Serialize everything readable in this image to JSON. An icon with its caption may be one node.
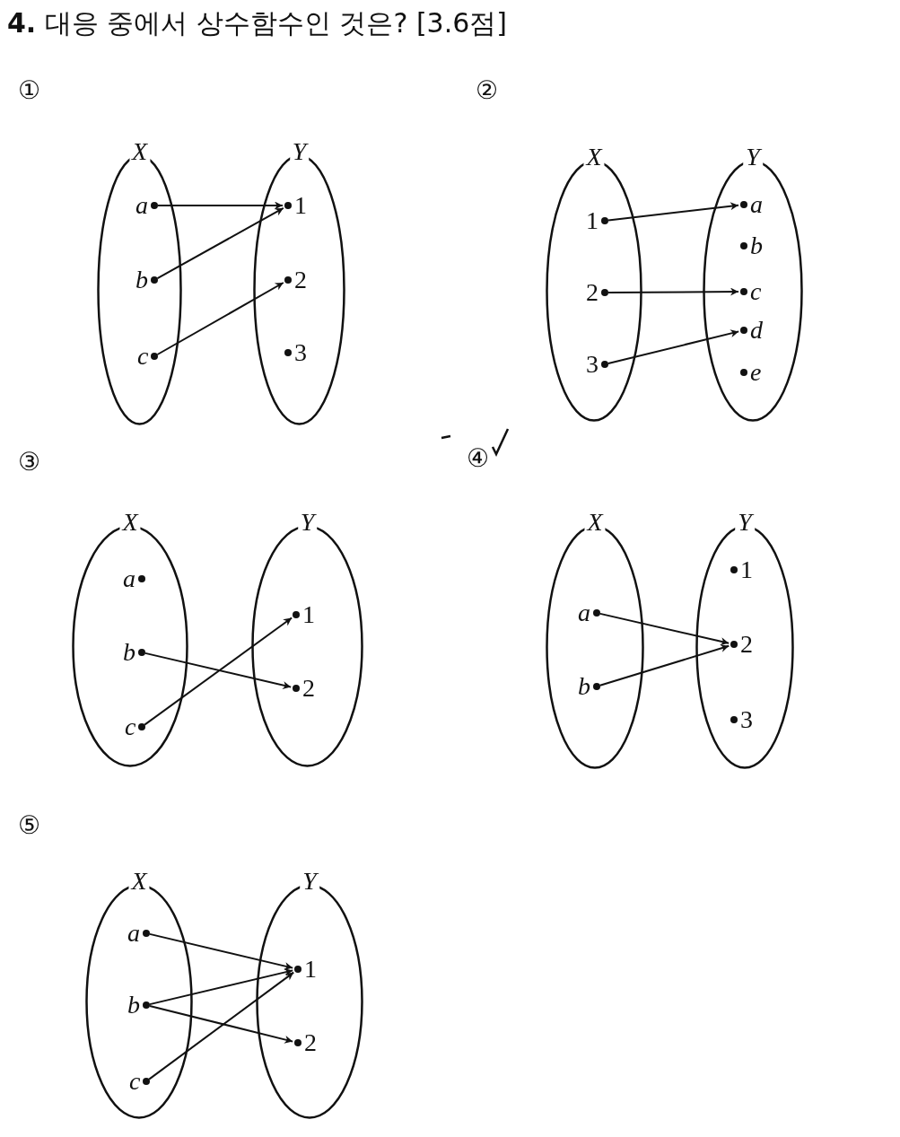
{
  "diagram": {
    "title": "**4.** 대응 중에서 상수함수인 것은?  [3.6점]",
    "nodes": [
      {
        "text": [
          "X"
        ]
      },
      {
        "text": [
          "a"
        ],
        "in": 0
      },
      {
        "text": [
          "b"
        ],
        "in": 0
      },
      {
        "text": [
          "c"
        ],
        "in": 0
      },
      {
        "text": [
          "Y"
        ]
      },
      {
        "text": [
          "1"
        ],
        "in": 4
      },
      {
        "text": [
          "2"
        ],
        "in": 4
      },
      {
        "text": [
          "3"
        ],
        "in": 4
      },
      {
        "text": [
          "X"
        ]
      },
      {
        "text": [
          "1"
        ],
        "in": 8
      },
      {
        "text": [
          "2"
        ],
        "in": 8
      },
      {
        "text": [
          "3"
        ],
        "in": 8
      },
      {
        "text": [
          "Y"
        ]
      },
      {
        "text": [
          "a"
        ],
        "in": 12
      },
      {
        "text": [
          "b"
        ],
        "in": 12
      },
      {
        "text": [
          "c"
        ],
        "in": 12
      },
      {
        "text": [
          "d"
        ],
        "in": 12
      },
      {
        "text": [
          "e"
        ],
        "in": 12
      },
      {
        "text": [
          "X"
        ]
      },
      {
        "text": [
          "a"
        ],
        "in": 18
      },
      {
        "text": [
          "b"
        ],
        "in": 18
      },
      {
        "text": [
          "c"
        ],
        "in": 18
      },
      {
        "text": [
          "Y"
        ]
      },
      {
        "text": [
          "1"
        ],
        "in": 22
      },
      {
        "text": [
          "2"
        ],
        "in": 22
      },
      {
        "text": [
          "X"
        ]
      },
      {
        "text": [
          "a"
        ],
        "in": 25
      },
      {
        "text": [
          "b"
        ],
        "in": 25
      },
      {
        "text": [
          "Y"
        ]
      },
      {
        "text": [
          "1"
        ],
        "in": 28
      },
      {
        "text": [
          "2"
        ],
        "in": 28
      },
      {
        "text": [
          "3"
        ],
        "in": 28
      },
      {
        "text": [
          "X"
        ]
      },
      {
        "text": [
          "a"
        ],
        "in": 32
      },
      {
        "text": [
          "b"
        ],
        "in": 32
      },
      {
        "text": [
          "c"
        ],
        "in": 32
      },
      {
        "text": [
          "Y"
        ]
      },
      {
        "text": [
          "1"
        ],
        "in": 36
      },
      {
        "text": [
          "2"
        ],
        "in": 36
      }
    ],
    "edges": [
      {
        "from": 1,
        "to": 5,
        "arrow": "to"
      },
      {
        "from": 2,
        "to": 5,
        "arrow": "to"
      },
      {
        "from": 3,
        "to": 6,
        "arrow": "to"
      },
      {
        "from": 9,
        "to": 13,
        "arrow": "to"
      },
      {
        "from": 10,
        "to": 15,
        "arrow": "to"
      },
      {
        "from": 11,
        "to": 16,
        "arrow": "to"
      },
      {
        "from": 20,
        "to": 24,
        "arrow": "to"
      },
      {
        "from": 21,
        "to": 23,
        "arrow": "to"
      },
      {
        "from": 26,
        "to": 30,
        "arrow": "to"
      },
      {
        "from": 27,
        "to": 30,
        "arrow": "to"
      },
      {
        "from": 33,
        "to": 37,
        "arrow": "to"
      },
      {
        "from": 34,
        "to": 37,
        "arrow": "to"
      },
      {
        "from": 34,
        "to": 38,
        "arrow": "to"
      },
      {
        "from": 35,
        "to": 37,
        "arrow": "to"
      }
    ],
    "labels": [
      "①",
      "②",
      "③",
      "④",
      "⑤"
    ]
  }
}
